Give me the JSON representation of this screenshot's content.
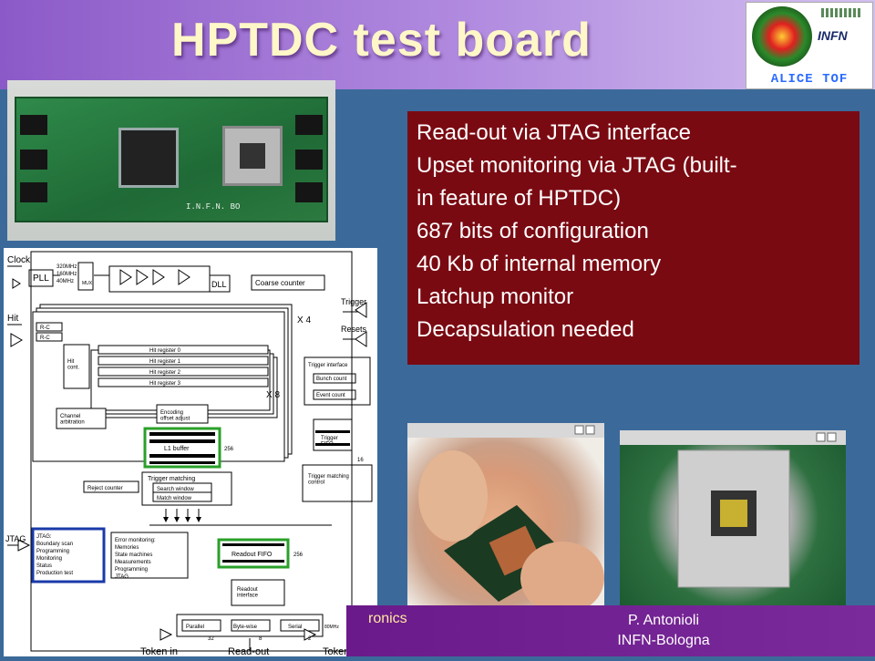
{
  "title": "HPTDC test board",
  "logo": {
    "org": "INFN",
    "tag": "ALICE TOF"
  },
  "board_label": "I.N.F.N. BO",
  "features": [
    "Read-out via JTAG interface",
    "Upset monitoring via JTAG (built-\nin feature of HPTDC)",
    "687 bits of configuration",
    "40 Kb of internal memory",
    "Latchup monitor",
    "Decapsulation needed"
  ],
  "diagram": {
    "clock": "Clock",
    "freq": [
      "320MHz",
      "160MHz",
      "40MHz"
    ],
    "pll": "PLL",
    "mux": "MUX",
    "dll": "DLL",
    "coarse_counter": "Coarse counter",
    "hit": "Hit",
    "rc": "R-C",
    "x4": "X 4",
    "x8": "X 8",
    "hit_cont": "Hit\ncont.",
    "hit_registers": [
      "Hit register 0",
      "Hit register 1",
      "Hit register 2",
      "Hit register 3"
    ],
    "trigger": "Trigger",
    "resets": "Resets",
    "trigger_interface": "Trigger interface",
    "bunch_count": "Bunch count",
    "event_count": "Event count",
    "channel_arbitration": "Channel\narbitration",
    "encoding": "Encoding\noffset adjust",
    "trigger_fifo": "Trigger\nFIFO",
    "l1_buffer": "L1 buffer",
    "n256": "256",
    "n16": "16",
    "trigger_matching": "Trigger matching",
    "search_window": "Search window",
    "match_window": "Match window",
    "reject_counter": "Reject counter",
    "tm_control": "Trigger matching\ncontrol",
    "jtag_label": "JTAG",
    "jtag_box": [
      "JTAG:",
      "Boundary scan",
      "Programming",
      "Monitoring",
      "Status",
      "Production test"
    ],
    "error_box": [
      "Error monitoring:",
      "Memories",
      "State machines",
      "Measurements",
      "Programming",
      "JTAG"
    ],
    "readout_fifo": "Readout FIFO",
    "readout_interface": "Readout\ninterface",
    "parallel": "Parallel",
    "bytewise": "Byte-wise",
    "serial": "Serial",
    "mhz80": "80MHz",
    "n32": "32",
    "n8": "8",
    "n2": "2",
    "token_in": "Token in",
    "readout": "Read-out",
    "token_out": "Token out"
  },
  "footer": {
    "left": "ronics",
    "right_name": "P. Antonioli",
    "right_org": "INFN-Bologna"
  }
}
